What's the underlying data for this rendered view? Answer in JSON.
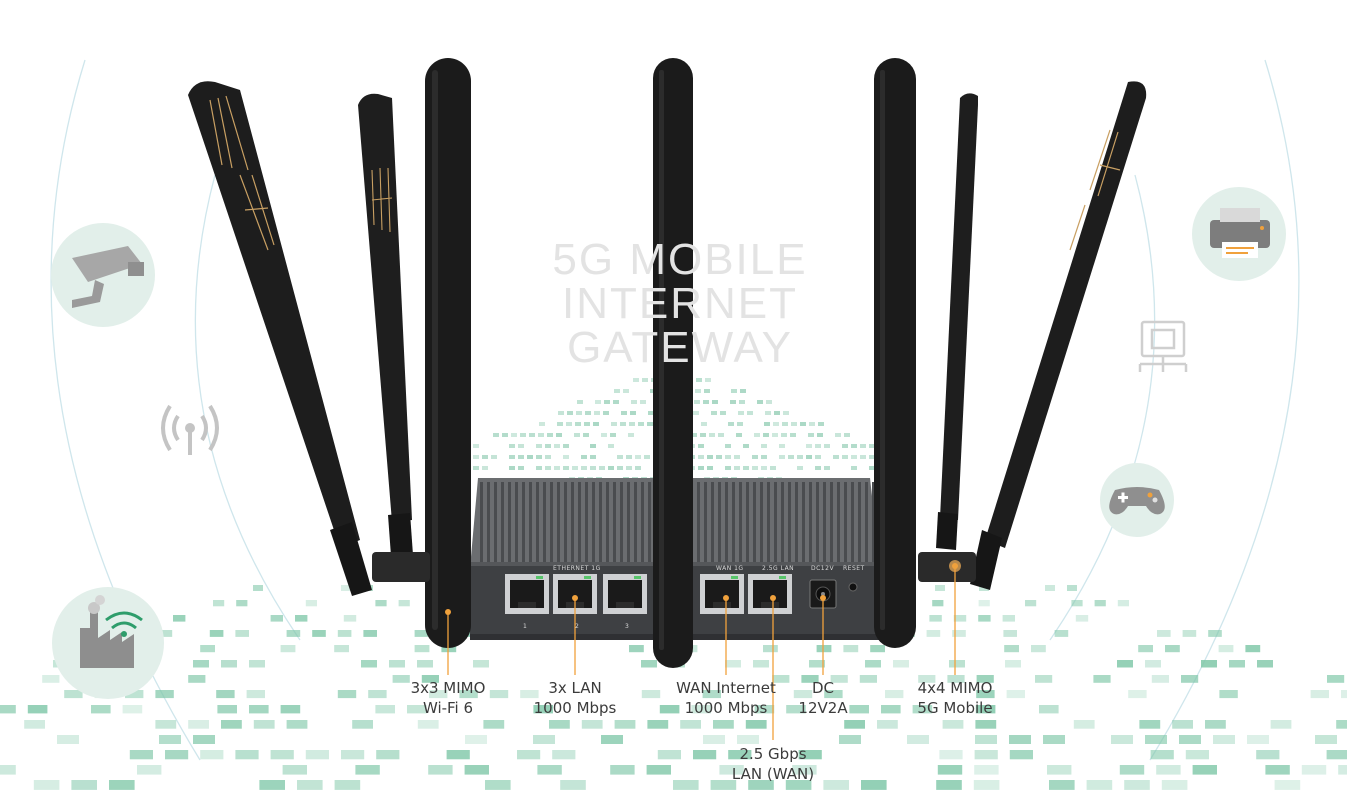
{
  "headline": {
    "line1": "5G MOBILE",
    "line2": "INTERNET",
    "line3": "GATEWAY"
  },
  "panel": {
    "ethernet_label": "ETHERNET 1G",
    "wan_label": "WAN 1G",
    "lan25_label": "2.5G LAN",
    "dc_label": "DC12V",
    "reset_label": "RESET",
    "port_numbers": [
      "1",
      "2",
      "3"
    ]
  },
  "callouts": {
    "wifi": {
      "line1": "3x3 MIMO",
      "line2": "Wi-Fi 6"
    },
    "lan": {
      "line1": "3x LAN",
      "line2": "1000 Mbps"
    },
    "wan": {
      "line1": "WAN Internet",
      "line2": "1000 Mbps"
    },
    "dc": {
      "line1": "DC",
      "line2": "12V2A"
    },
    "mobile": {
      "line1": "4x4 MIMO",
      "line2": "5G Mobile"
    },
    "lan25": {
      "line1": "2.5 Gbps",
      "line2": "LAN (WAN)"
    }
  },
  "icons": {
    "left": [
      "security-camera-icon",
      "wireless-signal-icon",
      "smart-factory-icon"
    ],
    "right": [
      "printer-icon",
      "network-ethernet-icon",
      "gamepad-icon"
    ]
  },
  "colors": {
    "accent": "#f0a13c",
    "mint": "#9fd3bd",
    "icon_circle": "#e2efea",
    "antenna": "#1c1c1c",
    "router_body": "#5b5d60"
  }
}
